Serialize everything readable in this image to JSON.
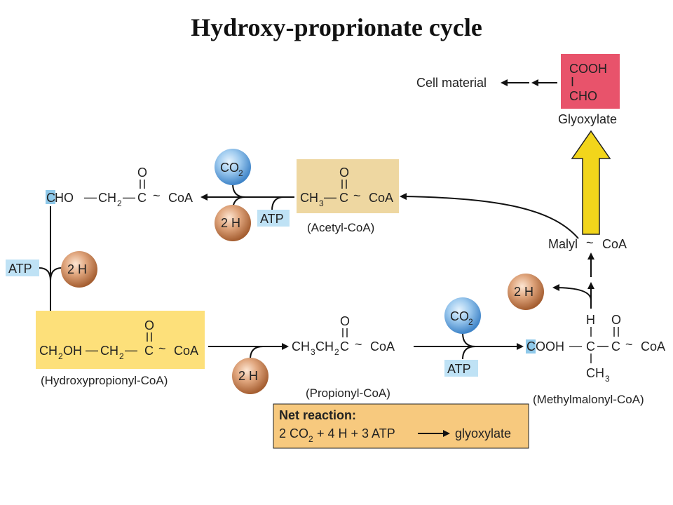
{
  "title": "Hydroxy-proprionate cycle",
  "glyoxylate": {
    "line1": "COOH",
    "bond": "I",
    "line2": "CHO",
    "name": "Glyoxylate"
  },
  "cell_material": "Cell material",
  "cofactors": {
    "co2": "CO",
    "co2_sub": "2",
    "two_h": "2 H",
    "atp": "ATP"
  },
  "aldehyde": {
    "c_highlight": "C",
    "c_rest": "HO",
    "dash1": "—",
    "ch2": "CH",
    "ch2_sub": "2",
    "dash2": "—",
    "c": "C",
    "tilde": "~",
    "coa": "CoA",
    "o": "O"
  },
  "acetyl": {
    "ch3": "CH",
    "ch3_sub": "3",
    "dash": "—",
    "c": "C",
    "tilde": "~",
    "coa": "CoA",
    "o": "O",
    "name": "(Acetyl-CoA)"
  },
  "malyl": {
    "text": "Malyl",
    "tilde": "~",
    "coa": "CoA"
  },
  "hydroxypropionyl": {
    "ch2oh": "CH",
    "ch2oh_sub": "2",
    "oh": "OH",
    "dash1": "—",
    "ch2": "CH",
    "ch2_sub": "2",
    "dash2": "—",
    "c": "C",
    "tilde": "~",
    "coa": "CoA",
    "o": "O",
    "name": "(Hydroxypropionyl-CoA)"
  },
  "propionyl": {
    "ch3ch2c_a": "CH",
    "sub3": "3",
    "ch3ch2c_b": "CH",
    "sub2": "2",
    "ch3ch2c_c": "C",
    "tilde": "~",
    "coa": "CoA",
    "o": "O",
    "name": "(Propionyl-CoA)"
  },
  "methylmalonyl": {
    "c_highlight": "C",
    "ooh": "OOH",
    "dash1": "—",
    "c1": "C",
    "c2": "C",
    "tilde": "~",
    "coa": "CoA",
    "h": "H",
    "o": "O",
    "ch3": "CH",
    "ch3_sub": "3",
    "name": "(Methylmalonyl-CoA)"
  },
  "net_reaction": {
    "label": "Net reaction:",
    "eq_a": "2 CO",
    "eq_sub": "2",
    "eq_b": "+ 4 H + 3 ATP",
    "product": "glyoxylate"
  },
  "colors": {
    "acetyl_box": "#eed7a1",
    "hydroxy_box": "#fde07a",
    "glyoxylate_box": "#e8536b",
    "net_box": "#f7c97e",
    "atp_box": "#bfe2f5",
    "highlight": "#8fc9ea",
    "co2_ball": "#5b9bd5",
    "h_ball": "#c07b4a",
    "big_arrow": "#f2d51b"
  }
}
